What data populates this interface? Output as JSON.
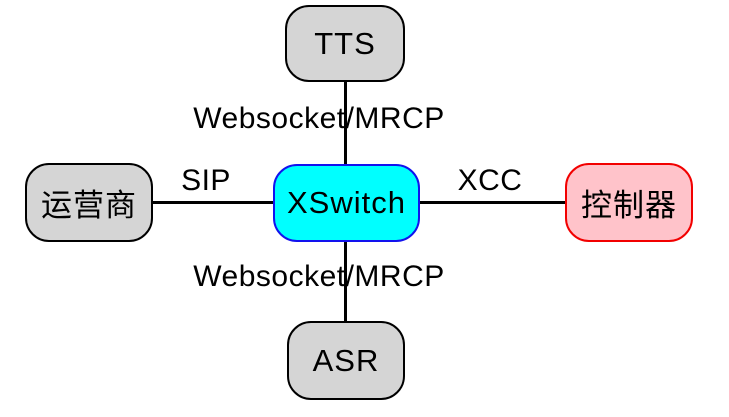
{
  "diagram": {
    "background": "#ffffff",
    "line_color": "#000000",
    "text_color": "#000000",
    "nodes": {
      "tts": {
        "label": "TTS",
        "fill": "#d5d5d5",
        "border": "#000000"
      },
      "carrier": {
        "label": "运营商",
        "fill": "#d5d5d5",
        "border": "#000000"
      },
      "xswitch": {
        "label": "XSwitch",
        "fill": "#00ffff",
        "border": "#1212ee"
      },
      "controller": {
        "label": "控制器",
        "fill": "#ffc3ca",
        "border": "#f20000"
      },
      "asr": {
        "label": "ASR",
        "fill": "#d5d5d5",
        "border": "#000000"
      }
    },
    "edges": {
      "tts_link": {
        "label": "Websocket/MRCP"
      },
      "carrier_link": {
        "label": "SIP"
      },
      "controller_link": {
        "label": "XCC"
      },
      "asr_link": {
        "label": "Websocket/MRCP"
      }
    }
  }
}
